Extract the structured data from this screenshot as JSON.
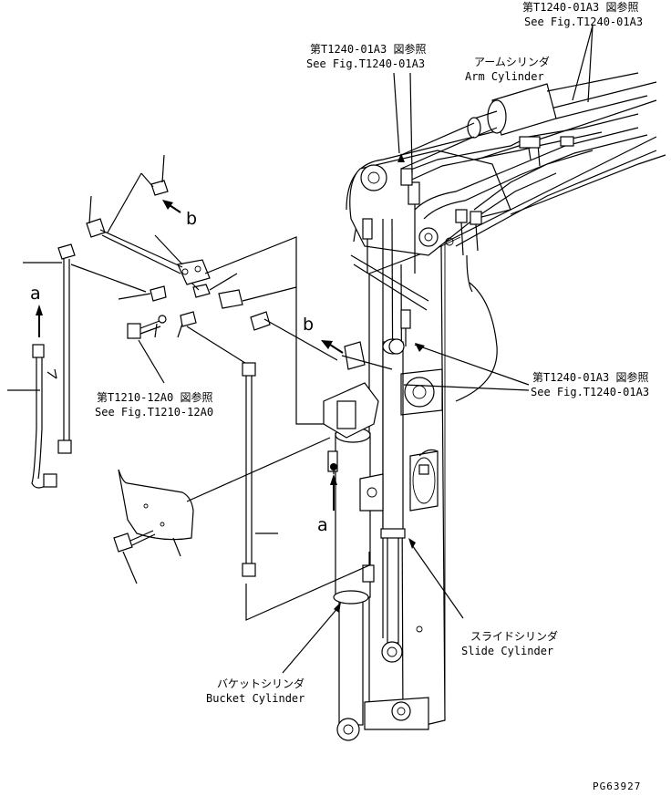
{
  "refs": {
    "top_right_jp": "第T1240-01A3 図参照",
    "top_right_en": "See Fig.T1240-01A3",
    "top_mid_jp": "第T1240-01A3 図参照",
    "top_mid_en": "See Fig.T1240-01A3",
    "mid_right_jp": "第T1240-01A3 図参照",
    "mid_right_en": "See Fig.T1240-01A3",
    "left_jp": "第T1210-12A0 図参照",
    "left_en": "See Fig.T1210-12A0"
  },
  "parts": {
    "arm_cylinder_jp": "アームシリンダ",
    "arm_cylinder_en": "Arm Cylinder",
    "slide_cylinder_jp": "スライドシリンダ",
    "slide_cylinder_en": "Slide Cylinder",
    "bucket_cylinder_jp": "バケットシリンダ",
    "bucket_cylinder_en": "Bucket Cylinder"
  },
  "markers": {
    "a_left": "a",
    "b_top": "b",
    "b_mid": "b",
    "a_mid": "a"
  },
  "drawing_code": "PG63927"
}
